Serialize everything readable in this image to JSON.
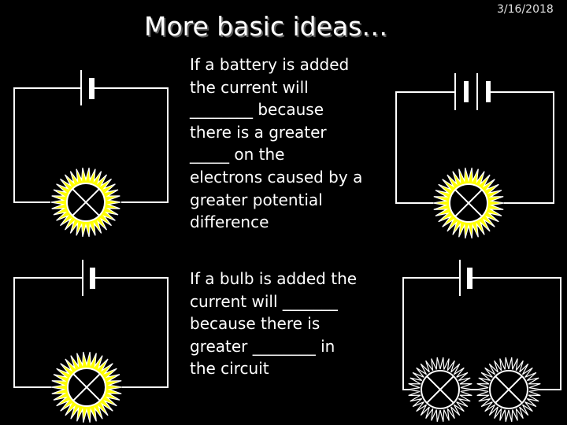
{
  "slide": {
    "title": "More basic ideas…",
    "date": "3/16/2018",
    "paragraph1": {
      "lines": [
        "If a battery is added",
        "the current will",
        "________ because",
        "there is a greater",
        "_____ on the",
        "electrons caused by a",
        "greater potential",
        "difference"
      ]
    },
    "paragraph2": {
      "lines": [
        "If a bulb is added the",
        "current will _______",
        "because there is",
        "greater ________ in",
        "the circuit"
      ]
    }
  },
  "colors": {
    "background": "#000000",
    "text": "#ffffff",
    "wire": "#ffffff",
    "bright_glow": "#ffff00",
    "dim_glow": "#000000"
  },
  "icons": {
    "cell": "battery-cell-icon",
    "bulb": "lamp-icon"
  }
}
